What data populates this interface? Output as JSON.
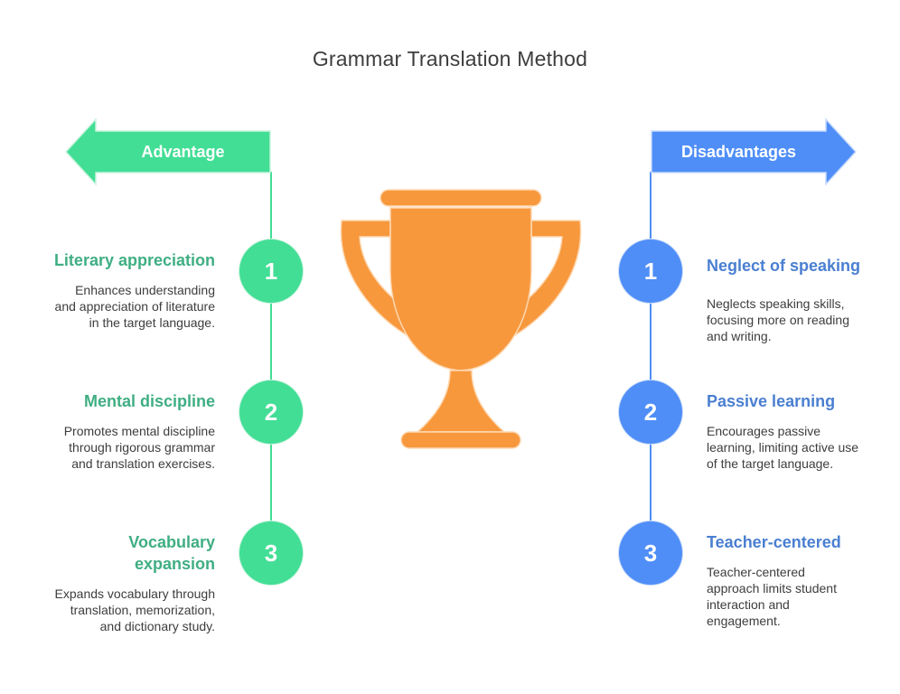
{
  "title": "Grammar Translation Method",
  "colors": {
    "green": "#42de95",
    "green_text": "#3fae83",
    "blue": "#4f8ef7",
    "blue_text": "#4a7fd1",
    "trophy": "#f7983d"
  },
  "advantages": {
    "header": "Advantage",
    "items": [
      {
        "number": "1",
        "title": "Literary appreciation",
        "description": "Enhances understanding and appreciation of literature in the target language."
      },
      {
        "number": "2",
        "title": "Mental discipline",
        "description": "Promotes mental discipline through rigorous grammar and translation exercises."
      },
      {
        "number": "3",
        "title": "Vocabulary expansion",
        "description": "Expands vocabulary through translation, memorization, and dictionary study."
      }
    ]
  },
  "disadvantages": {
    "header": "Disadvantages",
    "items": [
      {
        "number": "1",
        "title": "Neglect of speaking",
        "description": "Neglects speaking skills, focusing more on reading and writing."
      },
      {
        "number": "2",
        "title": "Passive learning",
        "description": "Encourages passive learning, limiting active use of the target language."
      },
      {
        "number": "3",
        "title": "Teacher-centered",
        "description": "Teacher-centered approach limits student interaction and engagement."
      }
    ]
  },
  "center_icon": "trophy-icon"
}
